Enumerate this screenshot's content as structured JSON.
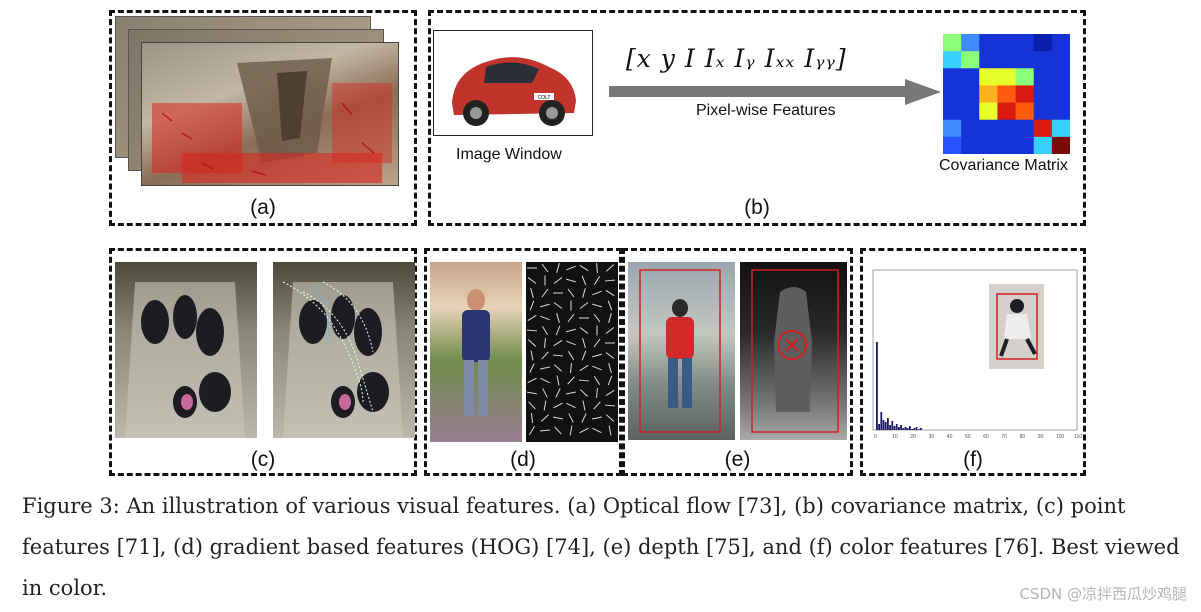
{
  "panels": {
    "a": {
      "label": "(a)"
    },
    "b": {
      "label": "(b)",
      "image_window_label": "Image Window",
      "car_plate": "COLT",
      "feature_vector": "[x  y  I  Iₓ  Iᵧ  Iₓₓ  Iᵧᵧ]",
      "arrow_label": "Pixel-wise Features",
      "matrix_label": "Covariance Matrix"
    },
    "c": {
      "label": "(c)"
    },
    "d": {
      "label": "(d)"
    },
    "e": {
      "label": "(e)"
    },
    "f": {
      "label": "(f)",
      "histogram_axis_ticks": [
        "0",
        "10",
        "20",
        "30",
        "40",
        "50",
        "60",
        "70",
        "80",
        "90",
        "100",
        "110"
      ]
    }
  },
  "caption": {
    "line1": "Figure 3:  An illustration of various visual features.  (a) Optical flow [73], (b) covariance matrix, (c) point",
    "line2": "features [71], (d) gradient based features (HOG) [74], (e) depth [75], and (f) color features [76]. Best viewed",
    "line3": "in color."
  },
  "watermark": "CSDN @凉拌西瓜炒鸡腿",
  "colors": {
    "border": "#111111",
    "red_box": "#d42020",
    "caption_text": "#222222"
  }
}
